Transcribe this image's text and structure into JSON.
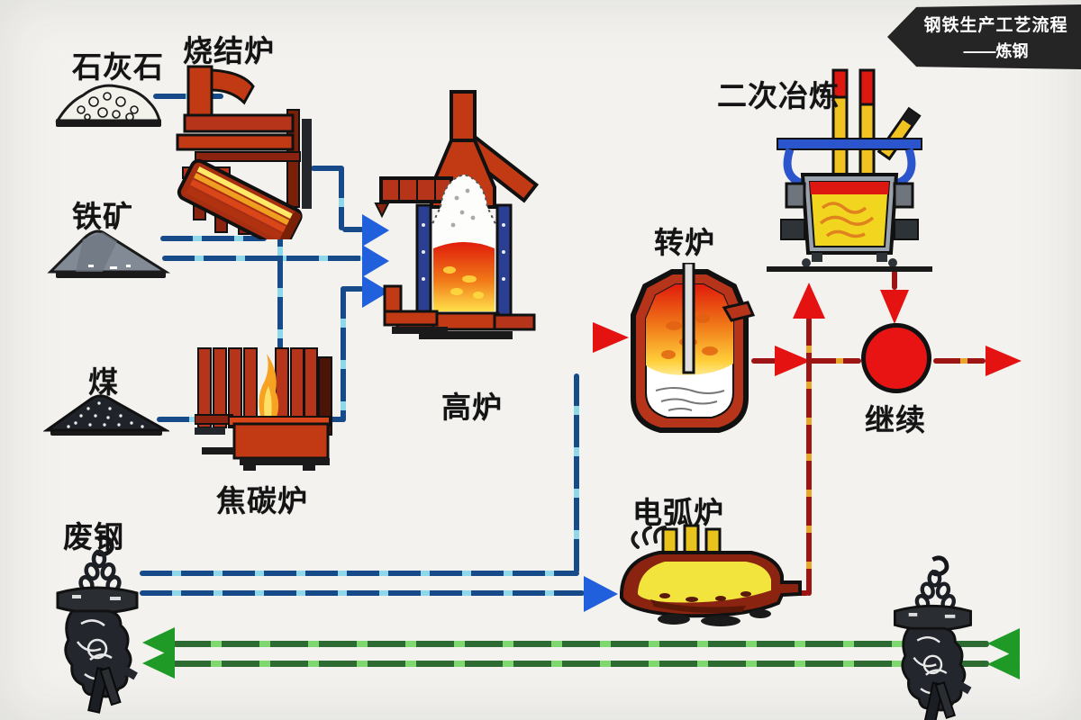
{
  "banner": {
    "line1": "钢铁生产工艺流程",
    "line2": "——炼钢"
  },
  "labels": {
    "limestone": "石灰石",
    "sintering_furnace": "烧结炉",
    "iron_ore": "铁矿",
    "coal": "煤",
    "coking_furnace": "焦碳炉",
    "blast_furnace": "高炉",
    "converter": "转炉",
    "secondary_refining": "二次冶炼",
    "continue_node": "继续",
    "electric_arc_furnace": "电弧炉",
    "scrap_steel": "废钢"
  },
  "colors": {
    "background": "#f3f2ef",
    "banner_bg": "#252525",
    "banner_text": "#ffffff",
    "blue_line": "#174a88",
    "blue_dash": "#8fd8ea",
    "blue_arrow": "#2060dd",
    "green_line": "#2e6b33",
    "green_dash": "#7fd86f",
    "green_arrow": "#1f9a27",
    "red_line": "#9c1414",
    "red_dash": "#e8a62a",
    "red_arrow": "#e51212",
    "furnace_red": "#b5341a",
    "fire_yellow": "#ffe14a",
    "continue_circle": "#e81414"
  },
  "flows": [
    {
      "from": "石灰石",
      "to": "烧结炉",
      "line": "blue"
    },
    {
      "from": "烧结炉",
      "to": "高炉",
      "line": "blue"
    },
    {
      "from": "铁矿",
      "to": "高炉",
      "line": "blue"
    },
    {
      "from": "煤",
      "to": "焦碳炉",
      "line": "blue"
    },
    {
      "from": "焦碳炉",
      "to": "高炉",
      "line": "blue"
    },
    {
      "from": "高炉",
      "to": "电弧炉",
      "line": "blue"
    },
    {
      "from": "废钢",
      "to": "电弧炉",
      "line": "blue"
    },
    {
      "from": "高炉",
      "to": "转炉",
      "line": "red"
    },
    {
      "from": "转炉",
      "to": "继续",
      "line": "red"
    },
    {
      "from": "电弧炉",
      "to": "二次冶炼",
      "line": "red"
    },
    {
      "from": "二次冶炼",
      "to": "继续",
      "line": "red"
    },
    {
      "from": "继续",
      "direction": "right",
      "line": "red"
    },
    {
      "to": "废钢",
      "direction": "left",
      "line": "green",
      "count": 2
    }
  ]
}
